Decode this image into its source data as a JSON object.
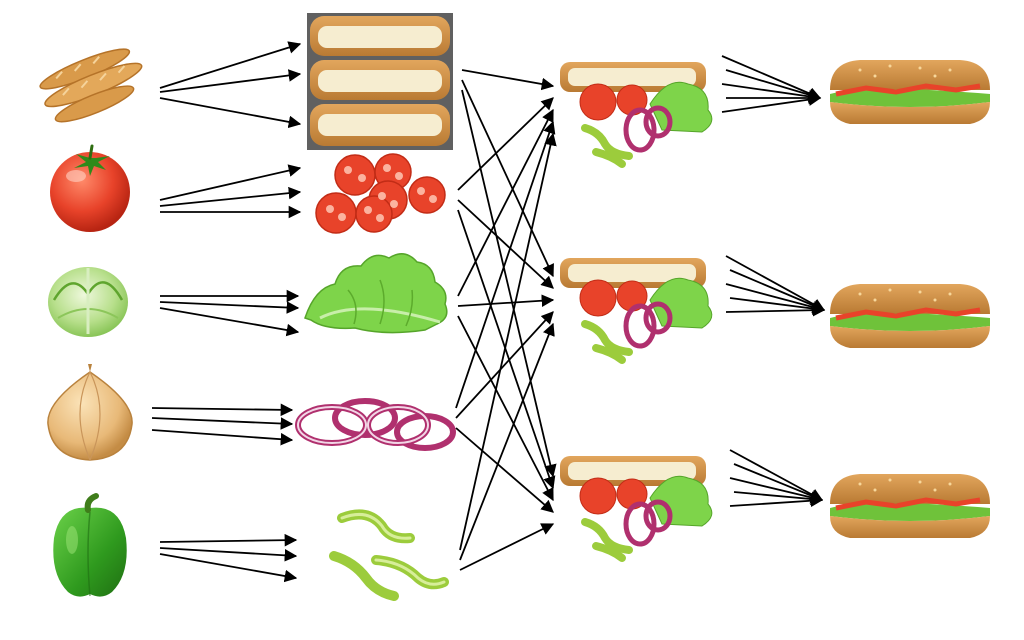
{
  "diagram": {
    "type": "sandwich-assembly-flow",
    "stages": [
      {
        "id": "raw",
        "items": [
          {
            "id": "baguette",
            "icon": "baguette-icon"
          },
          {
            "id": "tomato",
            "icon": "tomato-icon"
          },
          {
            "id": "lettuce",
            "icon": "lettuce-icon"
          },
          {
            "id": "onion",
            "icon": "onion-icon"
          },
          {
            "id": "pepper",
            "icon": "green-pepper-icon"
          }
        ]
      },
      {
        "id": "prepared",
        "items": [
          {
            "id": "bread-halves",
            "icon": "sliced-bread-icon"
          },
          {
            "id": "tomato-slices",
            "icon": "tomato-slices-icon"
          },
          {
            "id": "lettuce-leaves",
            "icon": "lettuce-leaves-icon"
          },
          {
            "id": "onion-rings",
            "icon": "onion-rings-icon"
          },
          {
            "id": "pepper-strips",
            "icon": "pepper-strips-icon"
          }
        ]
      },
      {
        "id": "assembly",
        "items": [
          {
            "id": "assembly-1",
            "icon": "ingredient-set-icon"
          },
          {
            "id": "assembly-2",
            "icon": "ingredient-set-icon"
          },
          {
            "id": "assembly-3",
            "icon": "ingredient-set-icon"
          }
        ]
      },
      {
        "id": "product",
        "items": [
          {
            "id": "sub-1",
            "icon": "sub-sandwich-icon"
          },
          {
            "id": "sub-2",
            "icon": "sub-sandwich-icon"
          },
          {
            "id": "sub-3",
            "icon": "sub-sandwich-icon"
          }
        ]
      }
    ],
    "edges": [
      [
        "baguette",
        "bread-halves"
      ],
      [
        "baguette",
        "bread-halves"
      ],
      [
        "baguette",
        "bread-halves"
      ],
      [
        "tomato",
        "tomato-slices"
      ],
      [
        "tomato",
        "tomato-slices"
      ],
      [
        "tomato",
        "tomato-slices"
      ],
      [
        "lettuce",
        "lettuce-leaves"
      ],
      [
        "lettuce",
        "lettuce-leaves"
      ],
      [
        "lettuce",
        "lettuce-leaves"
      ],
      [
        "onion",
        "onion-rings"
      ],
      [
        "onion",
        "onion-rings"
      ],
      [
        "onion",
        "onion-rings"
      ],
      [
        "pepper",
        "pepper-strips"
      ],
      [
        "pepper",
        "pepper-strips"
      ],
      [
        "pepper",
        "pepper-strips"
      ],
      [
        "bread-halves",
        "assembly-1"
      ],
      [
        "bread-halves",
        "assembly-2"
      ],
      [
        "bread-halves",
        "assembly-3"
      ],
      [
        "tomato-slices",
        "assembly-1"
      ],
      [
        "tomato-slices",
        "assembly-2"
      ],
      [
        "tomato-slices",
        "assembly-3"
      ],
      [
        "lettuce-leaves",
        "assembly-1"
      ],
      [
        "lettuce-leaves",
        "assembly-2"
      ],
      [
        "lettuce-leaves",
        "assembly-3"
      ],
      [
        "onion-rings",
        "assembly-1"
      ],
      [
        "onion-rings",
        "assembly-2"
      ],
      [
        "onion-rings",
        "assembly-3"
      ],
      [
        "pepper-strips",
        "assembly-1"
      ],
      [
        "pepper-strips",
        "assembly-2"
      ],
      [
        "pepper-strips",
        "assembly-3"
      ],
      [
        "assembly-1",
        "sub-1"
      ],
      [
        "assembly-1",
        "sub-1"
      ],
      [
        "assembly-1",
        "sub-1"
      ],
      [
        "assembly-1",
        "sub-1"
      ],
      [
        "assembly-1",
        "sub-1"
      ],
      [
        "assembly-2",
        "sub-2"
      ],
      [
        "assembly-2",
        "sub-2"
      ],
      [
        "assembly-2",
        "sub-2"
      ],
      [
        "assembly-2",
        "sub-2"
      ],
      [
        "assembly-2",
        "sub-2"
      ],
      [
        "assembly-3",
        "sub-3"
      ],
      [
        "assembly-3",
        "sub-3"
      ],
      [
        "assembly-3",
        "sub-3"
      ],
      [
        "assembly-3",
        "sub-3"
      ],
      [
        "assembly-3",
        "sub-3"
      ]
    ],
    "colors": {
      "arrow": "#000000",
      "bread": "#e8c47a",
      "crust": "#c98d3f",
      "tomato": "#e8432a",
      "lettuce": "#6fc23a",
      "onion_skin": "#e8b978",
      "onion_ring": "#b0306e",
      "pepper": "#3a9a22",
      "pepper_strip": "#9ccc3c"
    }
  }
}
